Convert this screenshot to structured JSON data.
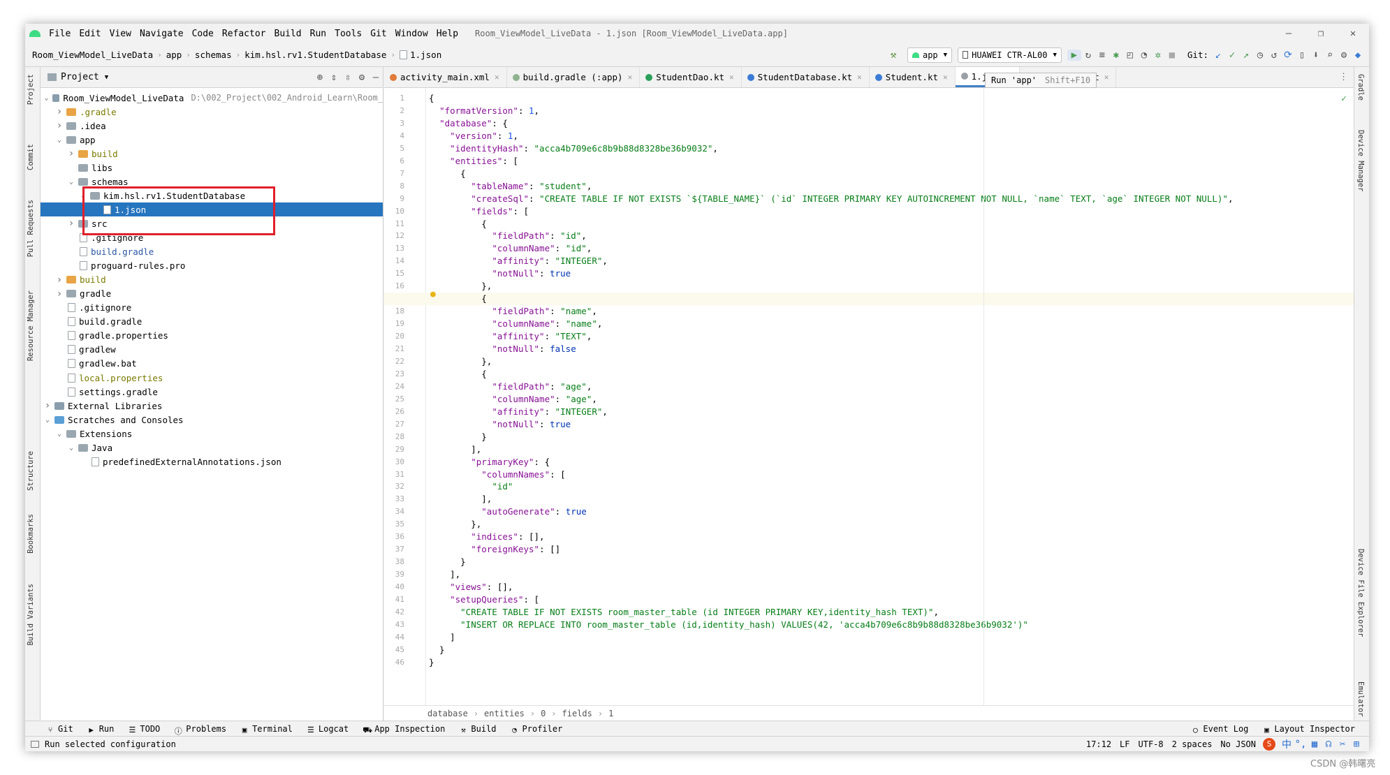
{
  "window": {
    "title": "Room_ViewModel_LiveData - 1.json [Room_ViewModel_LiveData.app]"
  },
  "menu": [
    "File",
    "Edit",
    "View",
    "Navigate",
    "Code",
    "Refactor",
    "Build",
    "Run",
    "Tools",
    "Git",
    "Window",
    "Help"
  ],
  "breadcrumb": [
    "Room_ViewModel_LiveData",
    "app",
    "schemas",
    "kim.hsl.rv1.StudentDatabase",
    "1.json"
  ],
  "toolbar": {
    "run_config": "app",
    "device": "HUAWEI CTR-AL00",
    "git_label": "Git:"
  },
  "tooltip": {
    "text": "Run 'app'",
    "shortcut": "Shift+F10"
  },
  "project_panel": {
    "title": "Project"
  },
  "tree": [
    {
      "label": "Room_ViewModel_LiveData",
      "hint": "D:\\002_Project\\002_Android_Learn\\Room_",
      "depth": 0,
      "exp": "open",
      "kind": "folder",
      "color": "#8a9dad"
    },
    {
      "label": ".gradle",
      "depth": 1,
      "exp": "closed",
      "kind": "folder",
      "color": "#e9a445",
      "tc": "#7a7a00"
    },
    {
      "label": ".idea",
      "depth": 1,
      "exp": "closed",
      "kind": "folder",
      "color": "#9aa7b0"
    },
    {
      "label": "app",
      "depth": 1,
      "exp": "open",
      "kind": "folder",
      "color": "#9aa7b0"
    },
    {
      "label": "build",
      "depth": 2,
      "exp": "closed",
      "kind": "folder",
      "color": "#e9a445",
      "tc": "#7a7a00"
    },
    {
      "label": "libs",
      "depth": 2,
      "exp": "",
      "kind": "folder",
      "color": "#9aa7b0"
    },
    {
      "label": "schemas",
      "depth": 2,
      "exp": "open",
      "kind": "folder",
      "color": "#9aa7b0"
    },
    {
      "label": "kim.hsl.rv1.StudentDatabase",
      "depth": 3,
      "exp": "open",
      "kind": "folder",
      "color": "#9aa7b0"
    },
    {
      "label": "1.json",
      "depth": 4,
      "exp": "",
      "kind": "file",
      "sel": true
    },
    {
      "label": "src",
      "depth": 2,
      "exp": "closed",
      "kind": "folder",
      "color": "#9aa7b0"
    },
    {
      "label": ".gitignore",
      "depth": 2,
      "exp": "",
      "kind": "file"
    },
    {
      "label": "build.gradle",
      "depth": 2,
      "exp": "",
      "kind": "file",
      "tc": "#2a56a8"
    },
    {
      "label": "proguard-rules.pro",
      "depth": 2,
      "exp": "",
      "kind": "file"
    },
    {
      "label": "build",
      "depth": 1,
      "exp": "closed",
      "kind": "folder",
      "color": "#e9a445",
      "tc": "#7a7a00"
    },
    {
      "label": "gradle",
      "depth": 1,
      "exp": "closed",
      "kind": "folder",
      "color": "#9aa7b0"
    },
    {
      "label": ".gitignore",
      "depth": 1,
      "exp": "",
      "kind": "file"
    },
    {
      "label": "build.gradle",
      "depth": 1,
      "exp": "",
      "kind": "file"
    },
    {
      "label": "gradle.properties",
      "depth": 1,
      "exp": "",
      "kind": "file"
    },
    {
      "label": "gradlew",
      "depth": 1,
      "exp": "",
      "kind": "file"
    },
    {
      "label": "gradlew.bat",
      "depth": 1,
      "exp": "",
      "kind": "file"
    },
    {
      "label": "local.properties",
      "depth": 1,
      "exp": "",
      "kind": "file",
      "tc": "#7a7a00"
    },
    {
      "label": "settings.gradle",
      "depth": 1,
      "exp": "",
      "kind": "file"
    },
    {
      "label": "External Libraries",
      "depth": 0,
      "exp": "closed",
      "kind": "folder",
      "color": "#8a9dad"
    },
    {
      "label": "Scratches and Consoles",
      "depth": 0,
      "exp": "open",
      "kind": "folder",
      "color": "#5aa0d6"
    },
    {
      "label": "Extensions",
      "depth": 1,
      "exp": "open",
      "kind": "folder",
      "color": "#9aa7b0"
    },
    {
      "label": "Java",
      "depth": 2,
      "exp": "open",
      "kind": "folder",
      "color": "#9aa7b0"
    },
    {
      "label": "predefinedExternalAnnotations.json",
      "depth": 3,
      "exp": "",
      "kind": "file"
    }
  ],
  "tabs": [
    {
      "label": "activity_main.xml",
      "color": "#e07b39"
    },
    {
      "label": "build.gradle (:app)",
      "color": "#8fb28f"
    },
    {
      "label": "StudentDao.kt",
      "color": "#2aa05a"
    },
    {
      "label": "StudentDatabase.kt",
      "color": "#3a7bd5"
    },
    {
      "label": "Student.kt",
      "color": "#3a7bd5"
    },
    {
      "label": "1.json",
      "color": "#9aa0a6",
      "active": true
    },
    {
      "label": "ViewModel.kt",
      "color": "#3a7bd5"
    }
  ],
  "code_lines": [
    "{",
    "  \"formatVersion\": 1,",
    "  \"database\": {",
    "    \"version\": 1,",
    "    \"identityHash\": \"acca4b709e6c8b9b88d8328be36b9032\",",
    "    \"entities\": [",
    "      {",
    "        \"tableName\": \"student\",",
    "        \"createSql\": \"CREATE TABLE IF NOT EXISTS `${TABLE_NAME}` (`id` INTEGER PRIMARY KEY AUTOINCREMENT NOT NULL, `name` TEXT, `age` INTEGER NOT NULL)\",",
    "        \"fields\": [",
    "          {",
    "            \"fieldPath\": \"id\",",
    "            \"columnName\": \"id\",",
    "            \"affinity\": \"INTEGER\",",
    "            \"notNull\": true",
    "          },",
    "          {",
    "            \"fieldPath\": \"name\",",
    "            \"columnName\": \"name\",",
    "            \"affinity\": \"TEXT\",",
    "            \"notNull\": false",
    "          },",
    "          {",
    "            \"fieldPath\": \"age\",",
    "            \"columnName\": \"age\",",
    "            \"affinity\": \"INTEGER\",",
    "            \"notNull\": true",
    "          }",
    "        ],",
    "        \"primaryKey\": {",
    "          \"columnNames\": [",
    "            \"id\"",
    "          ],",
    "          \"autoGenerate\": true",
    "        },",
    "        \"indices\": [],",
    "        \"foreignKeys\": []",
    "      }",
    "    ],",
    "    \"views\": [],",
    "    \"setupQueries\": [",
    "      \"CREATE TABLE IF NOT EXISTS room_master_table (id INTEGER PRIMARY KEY,identity_hash TEXT)\",",
    "      \"INSERT OR REPLACE INTO room_master_table (id,identity_hash) VALUES(42, 'acca4b709e6c8b9b88d8328be36b9032')\"",
    "    ]",
    "  }",
    "}"
  ],
  "code_breadcrumb": [
    "database",
    "entities",
    "0",
    "fields",
    "1"
  ],
  "left_strip": [
    "Project",
    "Commit",
    "Pull Requests",
    "Resource Manager",
    "Structure",
    "Bookmarks",
    "Build Variants"
  ],
  "right_strip": [
    "Gradle",
    "Device Manager",
    "Device File Explorer",
    "Emulator"
  ],
  "tool_windows": [
    "Git",
    "Run",
    "TODO",
    "Problems",
    "Terminal",
    "Logcat",
    "App Inspection",
    "Build",
    "Profiler"
  ],
  "tool_windows_right": [
    "Event Log",
    "Layout Inspector"
  ],
  "status": {
    "message": "Run selected configuration",
    "position": "17:12",
    "line_sep": "LF",
    "encoding": "UTF-8",
    "indent": "2 spaces",
    "schema": "No JSON"
  },
  "watermark": "CSDN @韩曙亮",
  "colors": {
    "selection": "#2675bf",
    "annotation": "#e0202c",
    "accent": "#4083c9"
  }
}
